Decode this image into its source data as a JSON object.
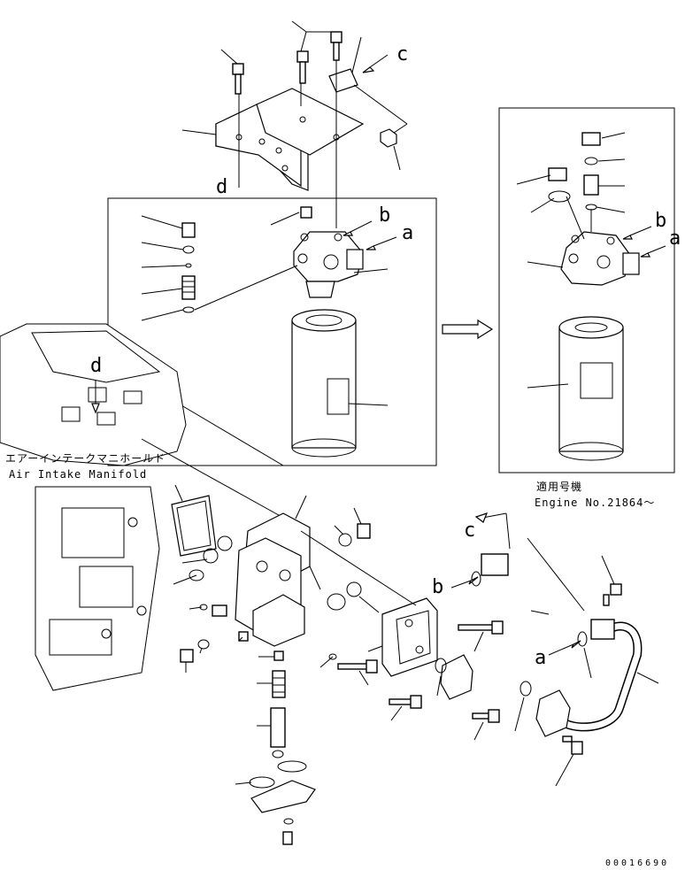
{
  "callouts": {
    "a_top": "a",
    "b_top": "b",
    "c_top": "c",
    "d_top": "d",
    "a_inset": "a",
    "b_inset": "b",
    "d_engine": "d",
    "c_lower": "c",
    "b_lower": "b",
    "a_lower": "a"
  },
  "engine_label": {
    "japanese": "エアーインテークマニホールド",
    "english": "Air Intake Manifold"
  },
  "applicability": {
    "japanese": "適用号機",
    "english": "Engine No.21864～"
  },
  "figure_code": "00016690",
  "colors": {
    "line": "#000000",
    "background": "#ffffff"
  }
}
